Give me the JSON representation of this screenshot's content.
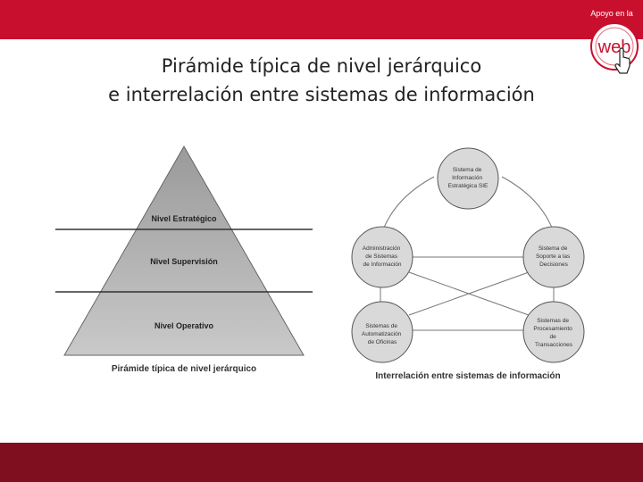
{
  "header": {
    "badge_caption": "Apoyo en la",
    "badge_text": "web",
    "accent": "#c8102e",
    "footer_color": "#7f0f1e"
  },
  "title": {
    "line1": "Pirámide típica de nivel jerárquico",
    "line2": "e interrelación entre sistemas de información"
  },
  "pyramid": {
    "levels": [
      "Nivel Estratégico",
      "Nivel Supervisión",
      "Nivel Operativo"
    ],
    "caption": "Pirámide típica de nivel jerárquico"
  },
  "network": {
    "nodes": {
      "sie": [
        "Sistema de",
        "Información",
        "Estratégica SIE"
      ],
      "asi": [
        "Administración",
        "de Sistemas",
        "de Información"
      ],
      "ssd": [
        "Sistema de",
        "Soporte a las",
        "Decisiones"
      ],
      "sao": [
        "Sistemas de",
        "Automatización",
        "de Oficinas"
      ],
      "spt": [
        "Sistemas de",
        "Procesamiento",
        "de",
        "Transacciones"
      ]
    },
    "caption": "Interrelación entre sistemas de información"
  }
}
